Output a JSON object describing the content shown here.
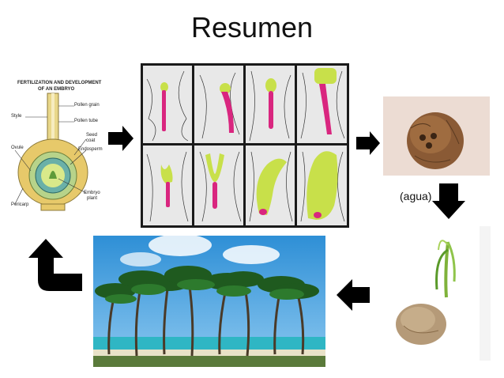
{
  "title": "Resumen",
  "embryo_diagram": {
    "heading_line1": "FERTILIZATION AND DEVELOPMENT",
    "heading_line2": "OF AN EMBRYO",
    "labels": {
      "pollen_grain": "Pollen grain",
      "style": "Style",
      "pollen_tube": "Pollen tube",
      "seed_coat_1": "Seed",
      "seed_coat_2": "coat",
      "ovule": "Ovule",
      "endosperm": "Endosperm",
      "embryo_plant_1": "Embryo",
      "embryo_plant_2": "plant",
      "pericarp": "Pericarp"
    }
  },
  "water_label": "(agua)",
  "colors": {
    "arrow": "#000000",
    "embryo_magenta": "#d9267f",
    "embryo_green": "#c8e04a",
    "sky": "#2e8fd6",
    "sea": "#2fb6c4",
    "coconut": "#8a5a35"
  }
}
